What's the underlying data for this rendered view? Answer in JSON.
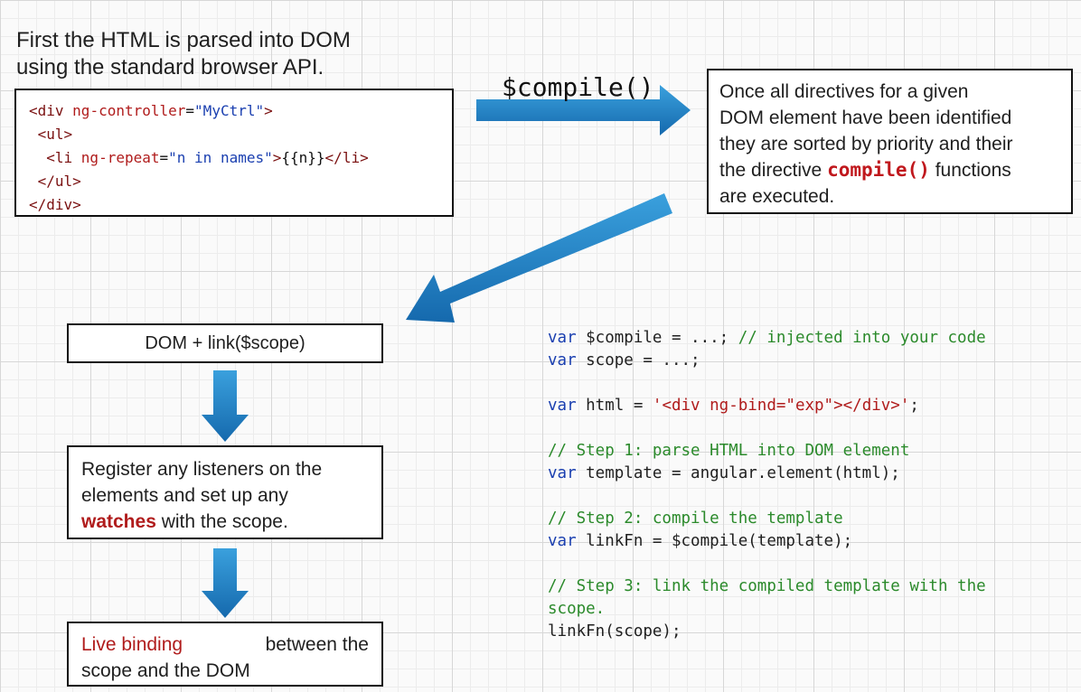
{
  "intro": {
    "line1": "First the HTML is parsed into DOM",
    "line2": "using the standard browser API."
  },
  "snippet": {
    "l1": {
      "open": "<div ",
      "attr": "ng-controller",
      "eq": "=",
      "val": "\"MyCtrl\"",
      "close": ">"
    },
    "l2": " <ul>",
    "l3": {
      "indent": "  ",
      "open": "<li ",
      "attr": "ng-repeat",
      "eq": "=",
      "val": "\"n in names\"",
      "close": ">",
      "expr": "{{n}}",
      "end": "</li>"
    },
    "l4": " </ul>",
    "l5": "</div>"
  },
  "compile_label": "$compile()",
  "explain": {
    "line1": "Once all directives for a given",
    "line2": "DOM element have been identified",
    "line3": "they are sorted by priority and their",
    "line4_pre": "the directive ",
    "line4_code": "compile()",
    "line4_post": " functions",
    "line5": "are executed."
  },
  "dom_link": "DOM + link($scope)",
  "register": {
    "line1": "Register any listeners on the",
    "line2": "elements and set up any",
    "line3_red": "watches",
    "line3_rest": " with the scope."
  },
  "live": {
    "line1_red": "Live binding",
    "line1_rest": "between the",
    "line2": "scope and the DOM"
  },
  "code": {
    "c1_kw": "var",
    "c1_rest": " $compile = ...; ",
    "c1_cm": "// injected into your code",
    "c2_kw": "var",
    "c2_rest": " scope = ...;",
    "c3_kw": "var",
    "c3_rest": " html = ",
    "c3_str": "'<div ng-bind=\"exp\"></div>'",
    "c3_end": ";",
    "c4_cm": "// Step 1: parse HTML into DOM element",
    "c5_kw": "var",
    "c5_rest": " template = angular.element(html);",
    "c6_cm": "// Step 2: compile the template",
    "c7_kw": "var",
    "c7_rest": " linkFn = $compile(template);",
    "c8_cm": "// Step 3: link the compiled template with the",
    "c9_cm": "scope.",
    "c10": "linkFn(scope);"
  },
  "colors": {
    "arrow": "#1f86c8",
    "arrow_dark": "#0f5f9c"
  }
}
